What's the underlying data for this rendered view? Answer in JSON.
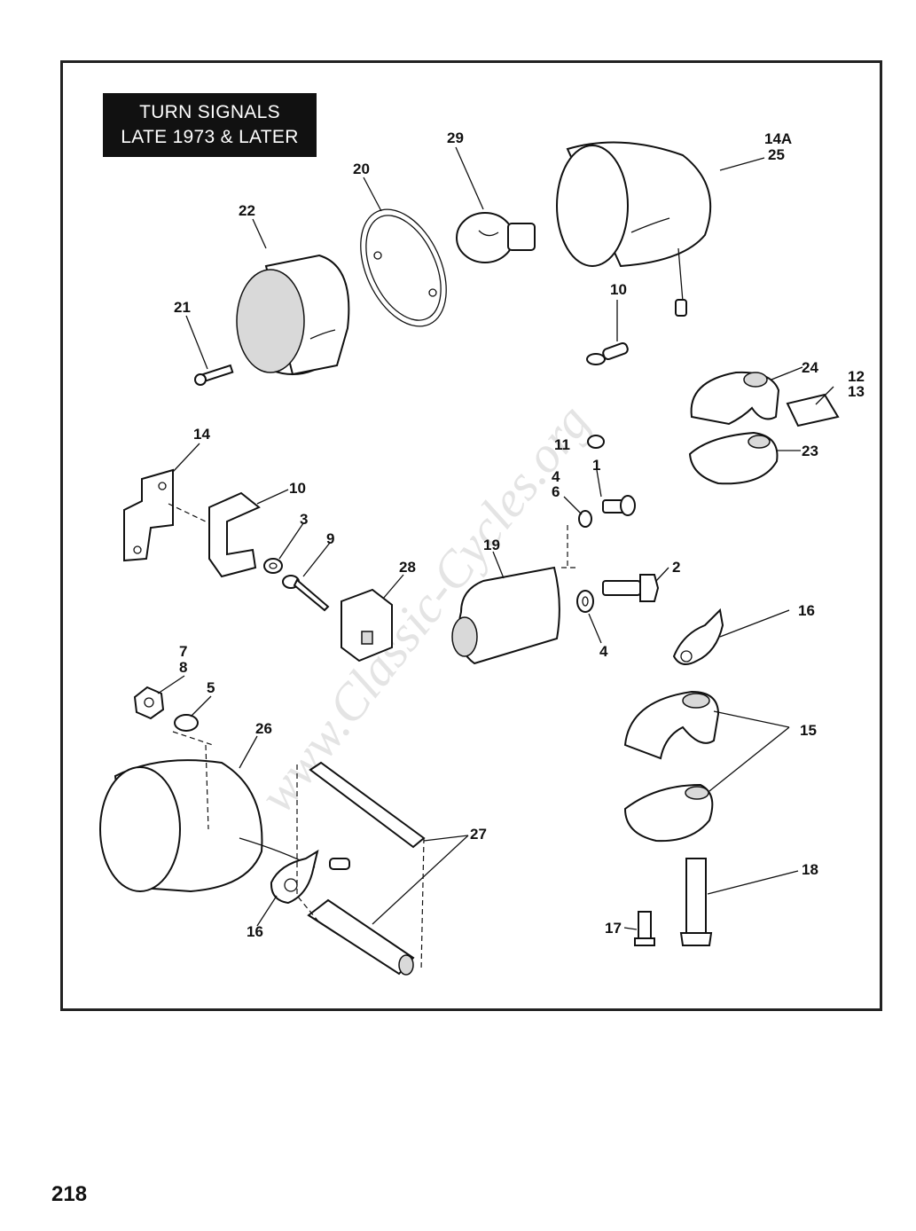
{
  "title": {
    "line1": "TURN SIGNALS",
    "line2": "LATE 1973 & LATER"
  },
  "watermark": "www.Classic-Cycles.org",
  "page_number": "218",
  "callouts": {
    "c1": "1",
    "c2": "2",
    "c3": "3",
    "c4a": "4",
    "c4b": "4",
    "c5": "5",
    "c6": "6",
    "c7": "7",
    "c8": "8",
    "c9": "9",
    "c10a": "10",
    "c10b": "10",
    "c11": "11",
    "c12": "12",
    "c13": "13",
    "c14": "14",
    "c14a": "14A",
    "c15": "15",
    "c16a": "16",
    "c16b": "16",
    "c17": "17",
    "c18": "18",
    "c19": "19",
    "c20": "20",
    "c21": "21",
    "c22": "22",
    "c23": "23",
    "c24": "24",
    "c25": "25",
    "c26": "26",
    "c27": "27",
    "c28": "28",
    "c29": "29"
  },
  "colors": {
    "ink": "#111111",
    "frame": "#222222",
    "title_bg": "#111111",
    "title_text": "#ffffff"
  }
}
